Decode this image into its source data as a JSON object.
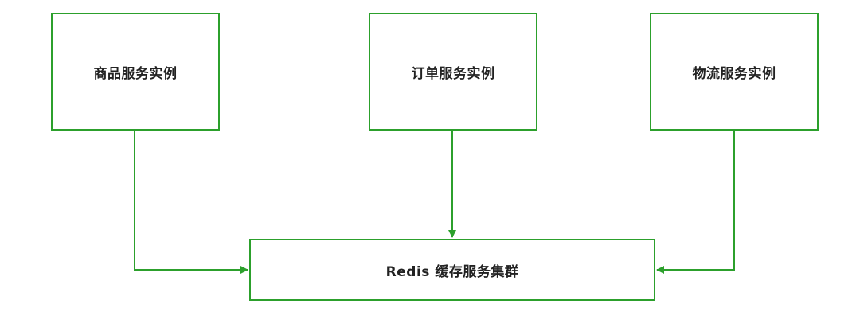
{
  "nodes": {
    "goods": {
      "label": "商品服务实例"
    },
    "order": {
      "label": "订单服务实例"
    },
    "logistics": {
      "label": "物流服务实例"
    },
    "redis": {
      "label": "Redis 缓存服务集群"
    }
  },
  "colors": {
    "stroke": "#2ca02c",
    "text": "#222222",
    "background": "#ffffff"
  },
  "edges": [
    {
      "from": "goods",
      "to": "redis"
    },
    {
      "from": "order",
      "to": "redis"
    },
    {
      "from": "logistics",
      "to": "redis"
    }
  ]
}
